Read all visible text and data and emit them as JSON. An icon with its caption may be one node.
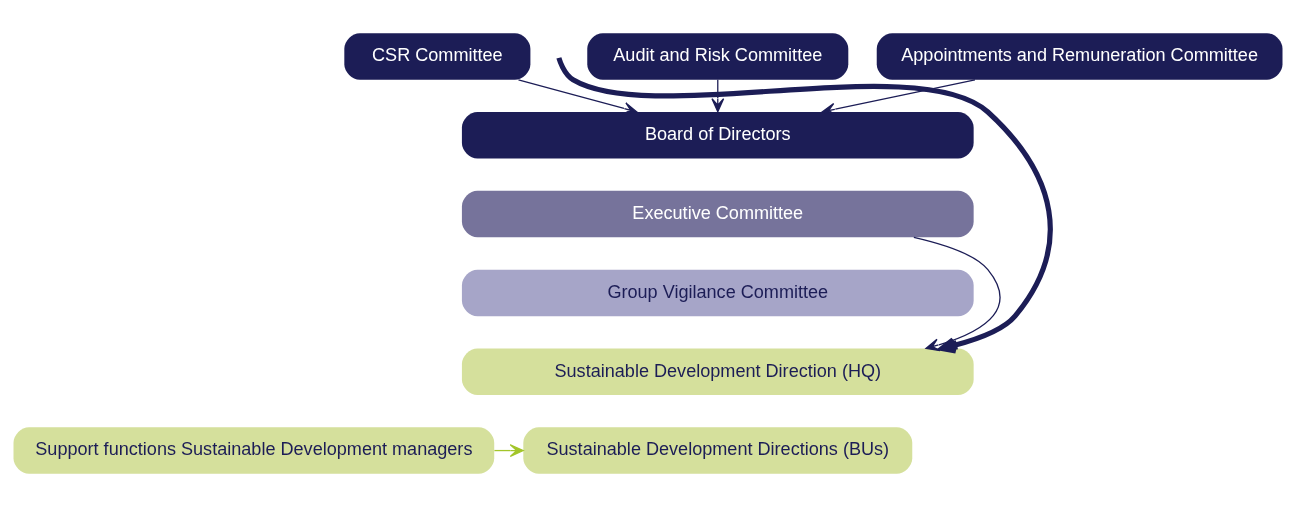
{
  "diagram": {
    "nodes": [
      {
        "text": [
          "CSR Committee"
        ]
      },
      {
        "text": [
          "Audit and Risk Committee"
        ]
      },
      {
        "text": [
          "Appointments and Remuneration Committee"
        ]
      },
      {
        "text": [
          "Board of Directors"
        ]
      },
      {
        "text": [
          "Executive Committee"
        ]
      },
      {
        "text": [
          "Group Vigilance Committee"
        ]
      },
      {
        "text": [
          "Sustainable Development Direction (HQ)"
        ]
      },
      {
        "text": [
          "Sustainable Development Directions (BUs)"
        ]
      },
      {
        "text": [
          "Support functions Sustainable Development managers"
        ]
      }
    ],
    "edges": [
      {
        "from": 0,
        "to": 3,
        "arrow": "to"
      },
      {
        "from": 1,
        "to": 3,
        "arrow": "to"
      },
      {
        "from": 2,
        "to": 3,
        "arrow": "to"
      },
      {
        "from": null,
        "to": 6,
        "arrow": "to",
        "style": "thick"
      },
      {
        "from": 4,
        "to": 6,
        "arrow": "to"
      },
      {
        "from": 8,
        "to": 7,
        "arrow": "to",
        "color": "#a3c52a"
      }
    ]
  }
}
